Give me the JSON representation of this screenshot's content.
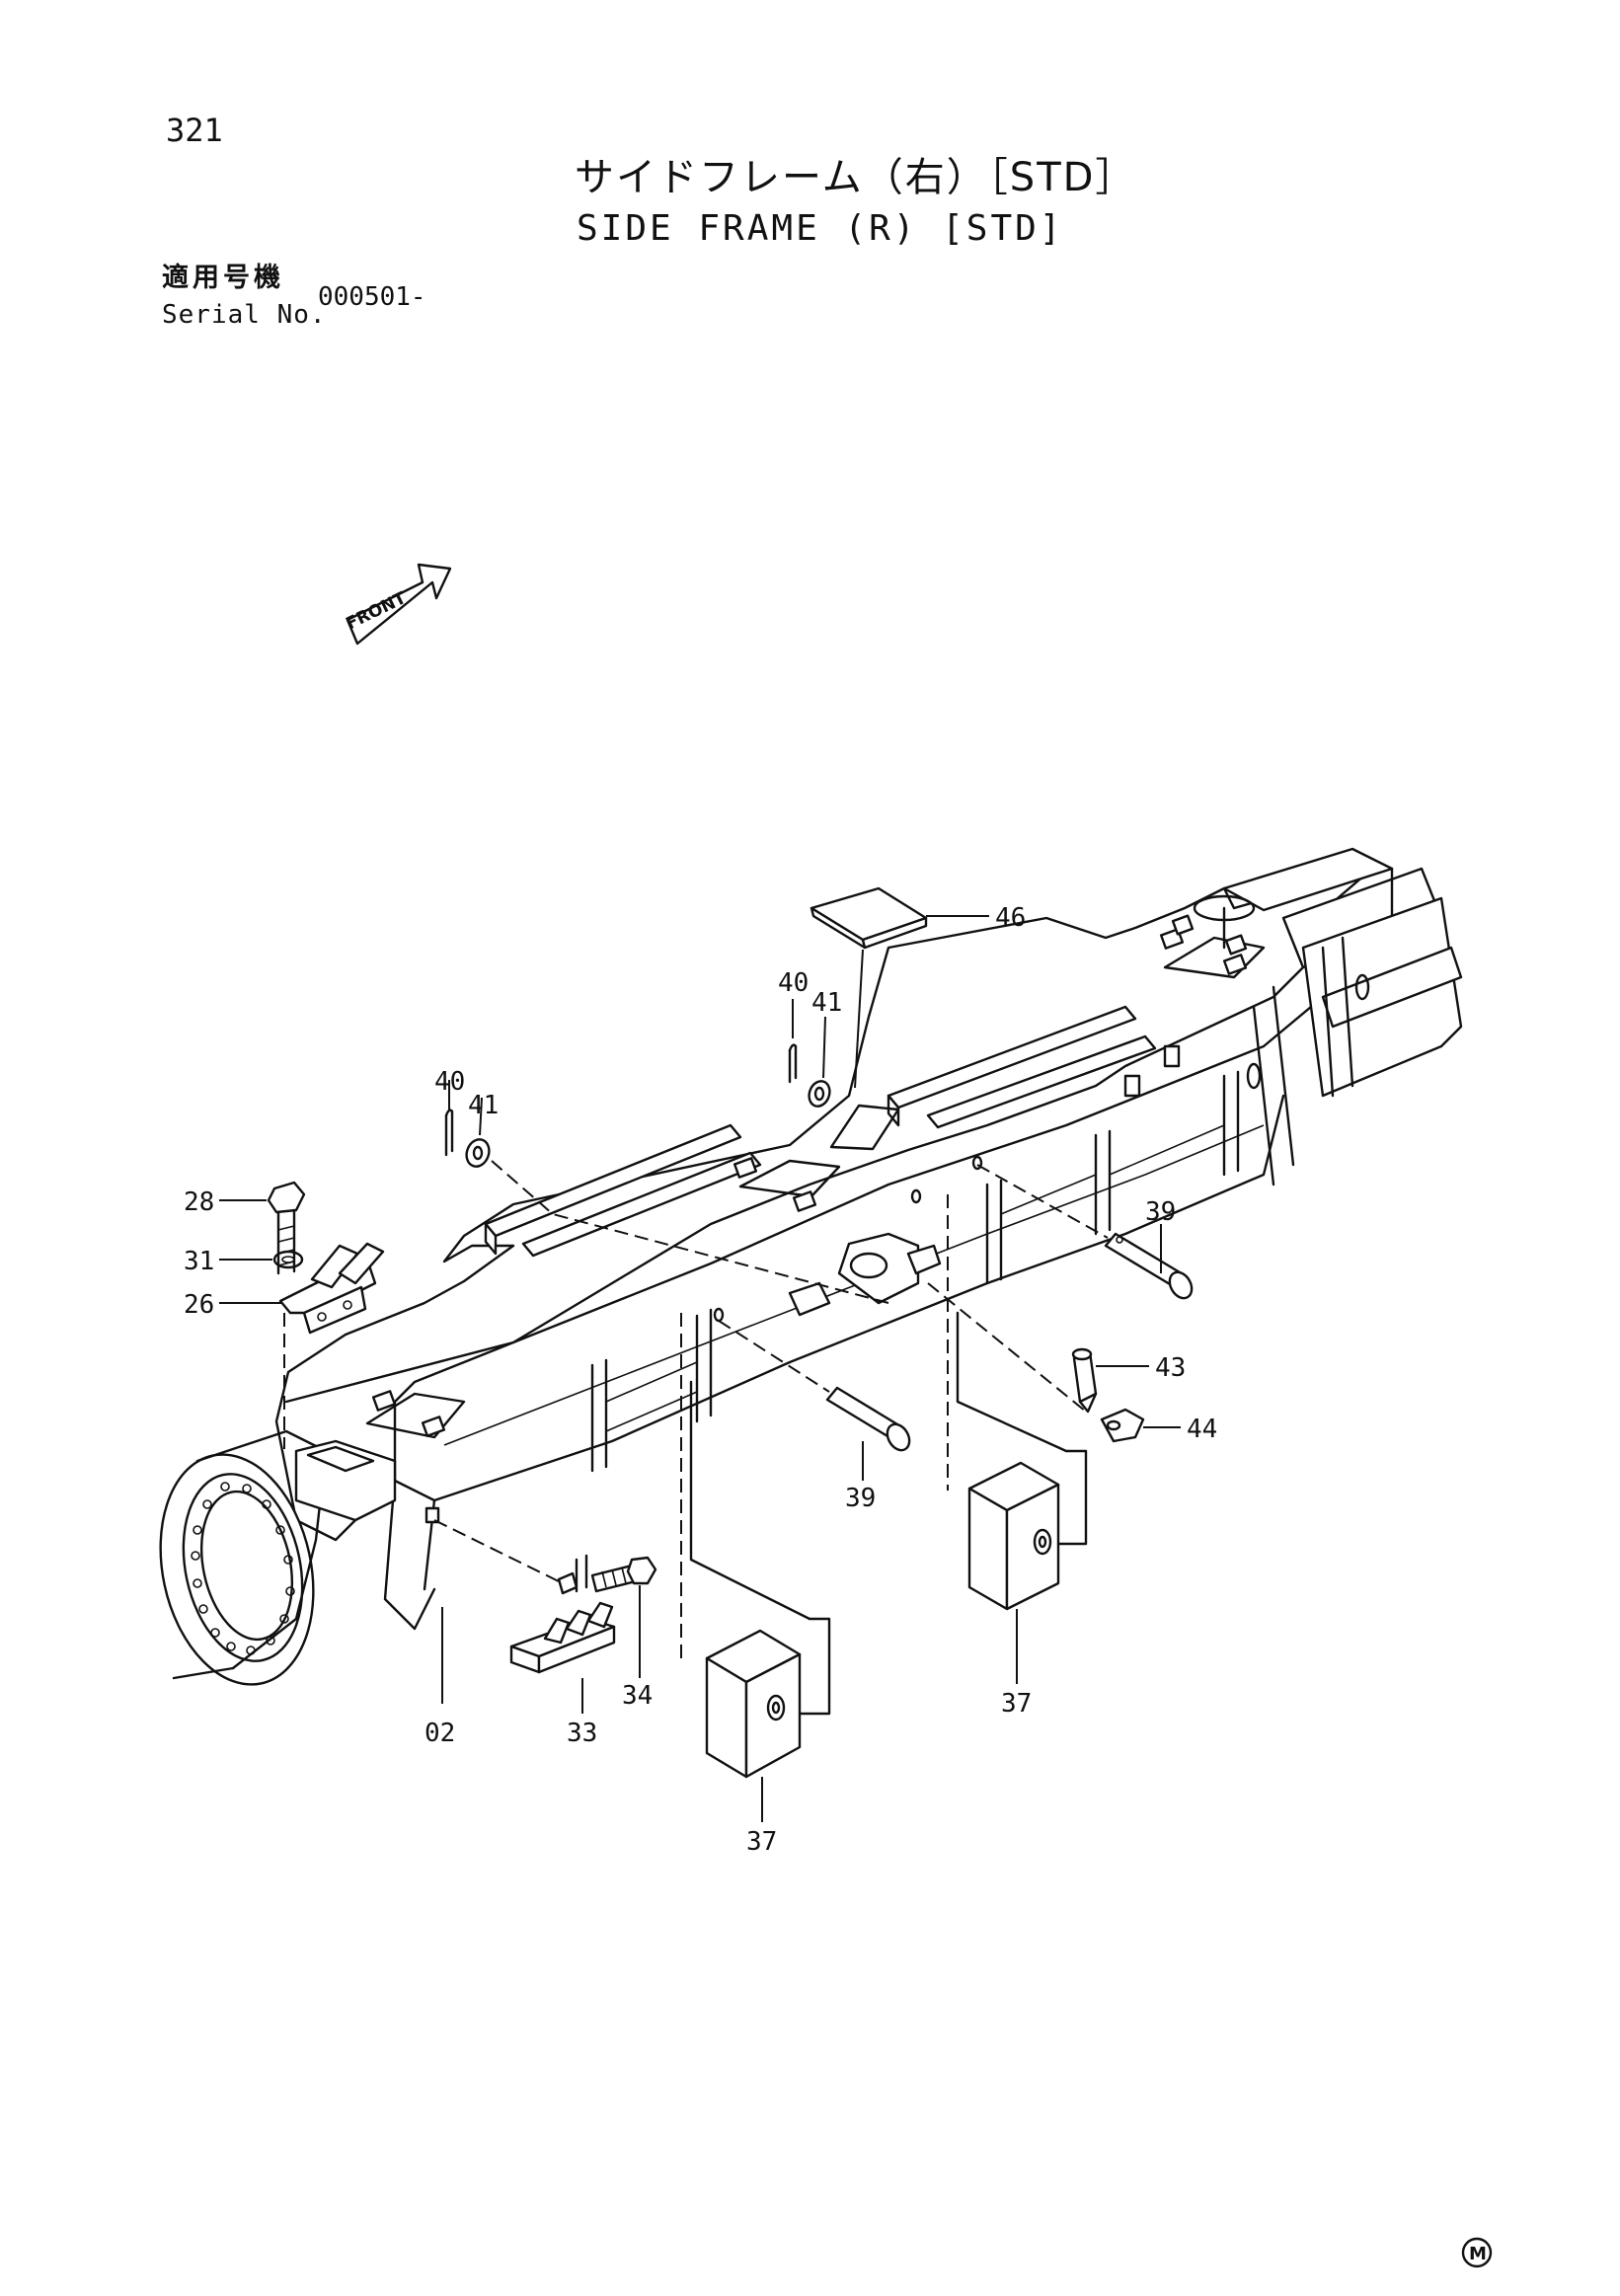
{
  "page": {
    "number": "321"
  },
  "title": {
    "jp": "サイドフレーム（右）［STD］",
    "en": "SIDE FRAME (R) [STD]"
  },
  "serial": {
    "label_jp": "適用号機",
    "label_en": "Serial No.",
    "value": "000501-"
  },
  "front_arrow": {
    "label": "FRONT"
  },
  "footer_mark": {
    "label": "M"
  },
  "callouts": {
    "c46": "46",
    "c40a": "40",
    "c41a": "41",
    "c40b": "40",
    "c41b": "41",
    "c28": "28",
    "c31": "31",
    "c26": "26",
    "c39a": "39",
    "c43": "43",
    "c44": "44",
    "c39b": "39",
    "c37a": "37",
    "c34": "34",
    "c33": "33",
    "c02": "02",
    "c37b": "37"
  }
}
